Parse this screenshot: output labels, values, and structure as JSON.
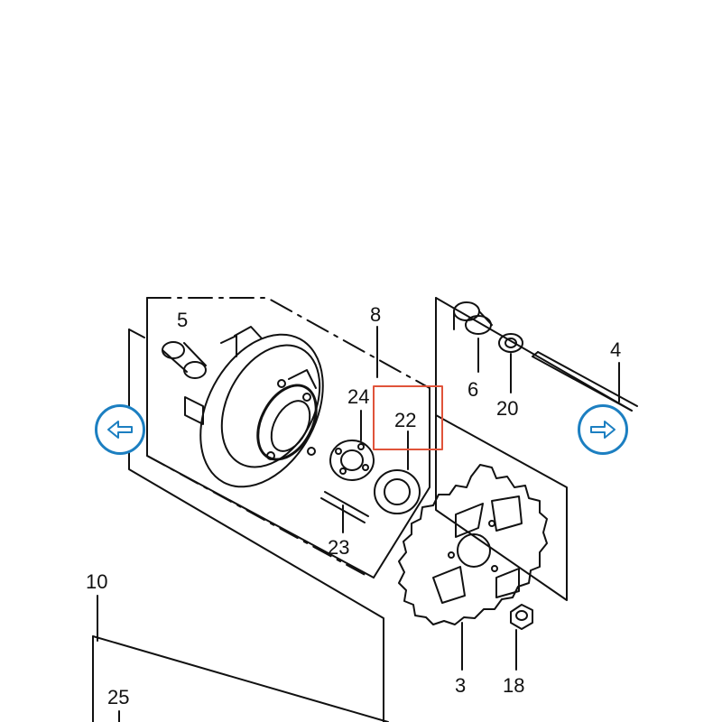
{
  "diagram": {
    "labels": {
      "p3": "3",
      "p4": "4",
      "p5": "5",
      "p6": "6",
      "p8": "8",
      "p10": "10",
      "p18": "18",
      "p20": "20",
      "p22": "22",
      "p23": "23",
      "p24": "24",
      "p25": "25"
    },
    "highlighted_part": "22",
    "highlight_color": "#e0533a",
    "line_color": "#111111"
  },
  "navigation": {
    "prev_icon": "arrow-left-icon",
    "next_icon": "arrow-right-icon",
    "accent_color": "#1c7fc1"
  }
}
